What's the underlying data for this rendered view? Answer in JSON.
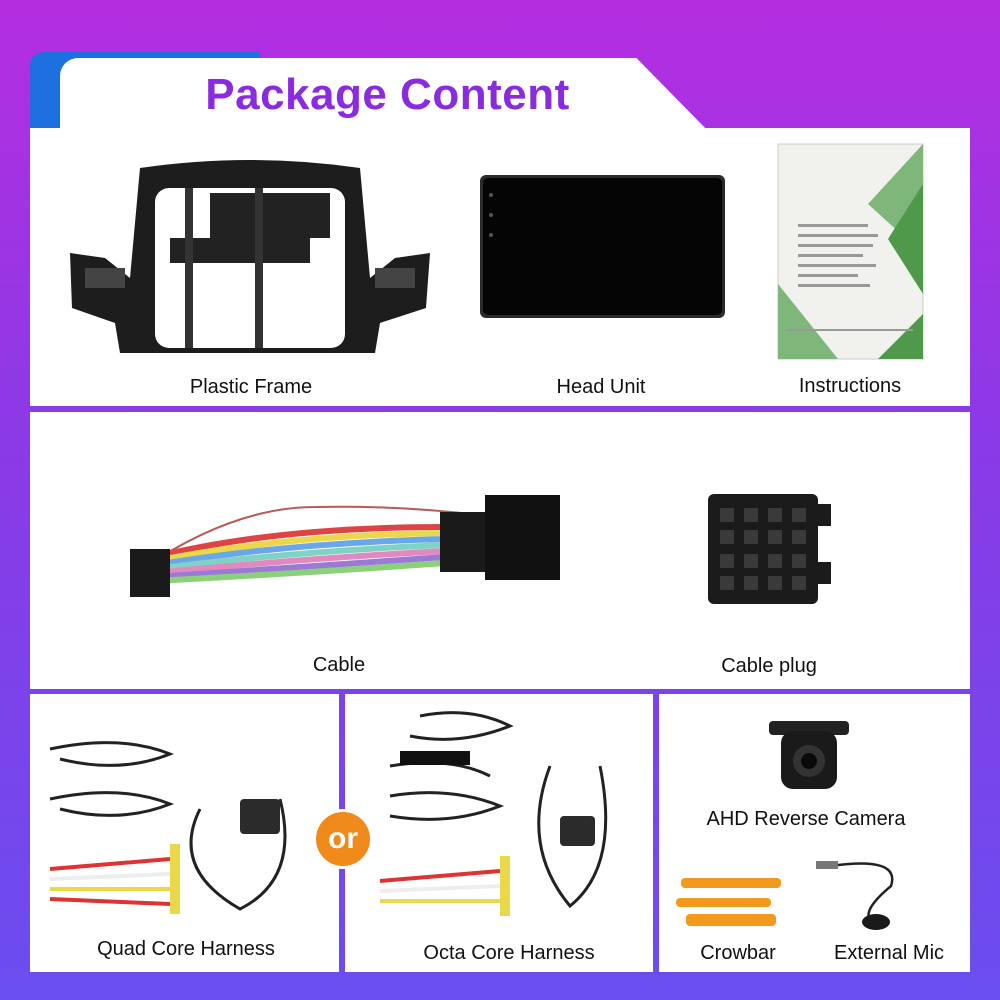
{
  "header": {
    "title": "Package Content"
  },
  "row1": {
    "items": [
      {
        "label": "Plastic Frame"
      },
      {
        "label": "Head Unit"
      },
      {
        "label": "Instructions"
      }
    ]
  },
  "row2": {
    "items": [
      {
        "label": "Cable"
      },
      {
        "label": "Cable plug"
      }
    ]
  },
  "row3": {
    "quad": {
      "label": "Quad Core Harness"
    },
    "or_badge": "or",
    "octa": {
      "label": "Octa Core Harness"
    },
    "camera": {
      "label": "AHD Reverse Camera"
    },
    "crowbar": {
      "label": "Crowbar"
    },
    "mic": {
      "label": "External Mic"
    }
  },
  "colors": {
    "title": "#8b2be0",
    "tab_blue": "#1e6fe0",
    "or_badge": "#f08a1a",
    "crowbar": "#f39a1e",
    "manual_green": "#4f9a4a"
  }
}
